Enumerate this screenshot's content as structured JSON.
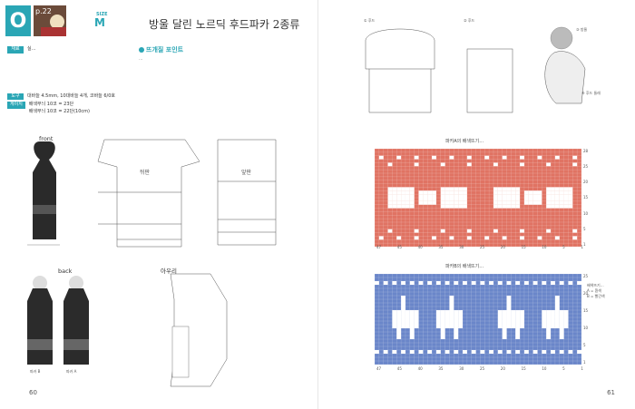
{
  "header": {
    "badge": "O",
    "photo_num": "p.22",
    "size_label": "SIZE",
    "size_value": "M",
    "title": "방울 달린 노르딕 후드파카 2종류"
  },
  "specs": [
    {
      "tag": "재료",
      "lines": [
        "실…"
      ]
    },
    {
      "tag": "도구",
      "lines": [
        "대바늘 4.5mm, 10대바늘 4개, 코바늘 6/0호"
      ]
    },
    {
      "tag": "게이지",
      "lines": [
        "배색무늬 10코 = 23단",
        "배색무늬 10코 = 22단(10cm)"
      ]
    }
  ],
  "point": {
    "title": "뜨개질 포인트",
    "text": "…"
  },
  "left": {
    "front_label": "front",
    "back_label": "back",
    "piece_labels": [
      "뒤판",
      "앞판"
    ],
    "sleeve_label": "아우리",
    "captions": [
      "파카 B",
      "파카 A"
    ],
    "page_number": "60"
  },
  "right": {
    "hood_labels": [
      "① 후드",
      "② 후드",
      "③ 방울",
      "④ 후드 둘레"
    ],
    "chart1_title": "파카A의 배색뜨기…",
    "chart2_title": "파카B의 배색뜨기…",
    "legend": [
      "배색뜨기…",
      "A = 흰색",
      "B = 빨간색"
    ],
    "page_number": "61"
  },
  "colors": {
    "accent": "#2aa6b5",
    "chart1": "#e07363",
    "chart2": "#6a86c9"
  },
  "chart_data": [
    {
      "type": "heatmap",
      "title": "파카A의 배색뜨기…",
      "x_ticks": [
        "47",
        "45",
        "40",
        "35",
        "30",
        "25",
        "20",
        "15",
        "10",
        "5",
        "1"
      ],
      "y_ticks": [
        "1",
        "5",
        "10",
        "15",
        "20",
        "25",
        "28"
      ]
    },
    {
      "type": "heatmap",
      "title": "파카B의 배색뜨기…",
      "x_ticks": [
        "47",
        "45",
        "40",
        "35",
        "30",
        "25",
        "20",
        "15",
        "10",
        "5",
        "1"
      ],
      "y_ticks": [
        "1",
        "5",
        "10",
        "15",
        "20",
        "25"
      ]
    }
  ]
}
